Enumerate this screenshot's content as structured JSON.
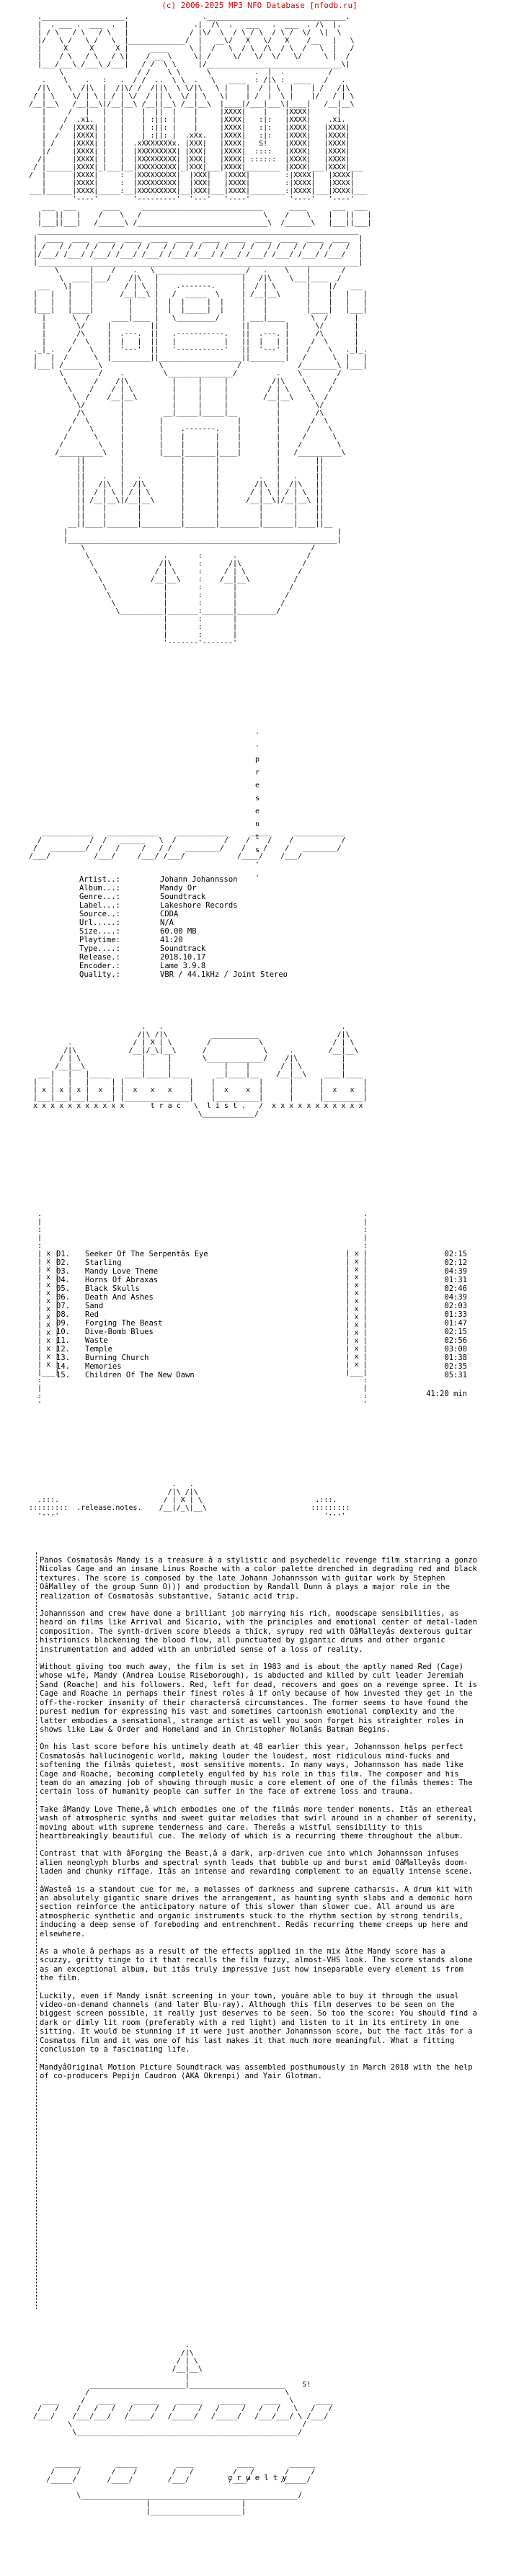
{
  "header": {
    "banner": "(c) 2006-2025 MP3 NFO Database [nfodb.ru]"
  },
  "art": {
    "logo": "  .___________________.                 .________________________________.\n  |  . ___ .  ___  .  |               .|  /\\  .   ___   .  ___  . /\\  |.\n  | / \\   / \\   / \\   |              / |\\/  \\  / \\ / \\  / \\ /  \\/  \\|  \\\n  |/   \\ /   \\ /   \\  |_____________/  |   __\\/   X   \\/   X    /__   |   \\\n  |     X     X     X |     ____     \\ |  /   \\  / \\  /\\  / \\  /   \\  |   /\n  |    / \\   / \\   / \\|    / __ \\     \\| /     \\/   \\/  \\/   \\/     \\ |  /\n  |___/___\\_/___\\_/___|   / /  \\ \\     |/_______________________________\\|\n       \\                 / /    \\ \\      \\          .  |  .          /\n   .    \\    .   :   .  / /  ..  \\ \\  .   \\   ____  : /|\\ :  ____   /   .\n  /|\\    \\  /|\\  |  /|\\/ /  /||\\  \\ \\/|\\   \\ |    |  / | \\  |    | /   /|\\\n / | \\    \\/ | \\ | / | \\/  / || \\  \\/ | \\   \\|    | /  |  \\ |    |/   / | \\\n/__|__\\   /__|__\\|/__|__\\ /__||__\\ /__|__\\  |____|/___|___\\|____|   /__|__\\\n   |     /   |   |   |    |  ||  |    |     |XXXX|    |    |XXXX|      |\n   |    /  .xi.  |   |    | :||: |    |     |XXXX|   :|:   |XXXX|    .xi.\n   |   /  |XXXX| |   |    | :||: |    |     |XXXX|   :|:   |XXXX|   |XXXX|\n   |  /   |XXXX| |   |    | :||: |  .xXx.   |XXXX|   :|:   |XXXX|   |XXXX|\n   | /    |XXXX| |   |  .xXXXXXXXx. |XXX|   |XXXX|   S!    |XXXX|   |XXXX|\n   |/     |XXXX| |   |  |XXXXXXXXX| |XXX|   |XXXX|  ::::   |XXXX|   |XXXX|\n  /|      |XXXX| |   |  |XXXXXXXXX| |XXX|   |XXXX| ::::::  |XXXX|   |XXXX|\n / |______|XXXX|_|___|__|XXXXXXXXX|_|XXX|___|XXXX|________ |XXXX|___|XXXX|___\n/  |      |XXXX|     :  |XXXXXXXXX|  |XXX|   |XXXX|        :|XXXX|   |XXXX|\n   |      |XXXX|     :  |XXXXXXXXX|  |XXX|   |XXXX|        :|XXXX|   |XXXX|\n___|______|XXXX|_____:__|XXXXXXXXX|__|XXX|___|XXXX|________:|XXXX|___|XXXX|___\n          '----'        '---------'  '---'   '----'         '----'   '----'\n   ___  ___      ____     ____________________________      ____      ___  ___\n  |   ||   |    /    \\   /                            \\    /    \\    |   ||   |\n  |___||___|   /______\\ /______________________________\\  /______\\   |___||___|\n  __________________________________________________________________________\n |  ____  ____  ____  ____  ____  ____  ____  ____  ____  ____  ____  ____  |\n | /   / /   / /   / /   / /   / /   / /   / /   / /   / /   / /   / /   /  |\n |/___/ /___/ /___/ /___/ /___/ /___/ /___/ /___/ /___/ /___/ /___/ /___/   |\n |__________________________________________________________________________|\n      \\       |    /    .   \\_____________________/   .    \\    |       /\n       \\  ____|___/    /|\\   |                   |   /|\\    \\___|____  /\n  ___   \\|    |       / | \\  |    .-------.      |  / | \\       |    |/   ___\n |   |   |    |      /__|__\\ |   /  _____  \\     | /__|__\\      |    |   |   |\n |   |   |    |        |     |  |  |     |  |    |    |         |    |   |   |\n |___|   |____|        |     |  |  |_____|  |    |    |         |____|   |___|\n   |      \\  /     ____|____ |   \\_________/     | ___|____      \\  /      |\n   |       \\/     |         ||                   ||        |      \\/       |\n   |       /\\     |  .---.  ||   .-----------.   ||  .---. |      /\\       |\n   |      /  \\    |  |   |  ||   |           |   ||  |   | |     /  \\      |\n ._|_.   /    \\   |  '---'  ||   '-----------'   ||  '---' |    /    \\   ._|_.\n |   |  /      \\  |_________||___________________||________|   /      \\  |   |\n |___| /________\\             \\                 /             /________\\ |___|\n       \\        /    .         \\_______________/         .    \\        /\n        \\      /    /|\\          |     |     |          /|\\    \\      /\n         \\    /    / | \\         |     |     |         / | \\    \\    /\n          \\  /    /__|__\\        |     |     |        /__|__\\    \\  /\n           \\/        |           |     |     |           |        \\/\n           /\\        |         __|_____|_____|__         |        /\\\n          /  \\       |        |                 |        |       /  \\\n         /    \\      |        |    .-------.    |        |      /    \\\n        /      \\     |        |    |       |    |        |     /      \\\n       /        \\    |        |    |       |    |        |    /        \\\n      /__________\\   |        |____|_______|____|        |   /__________\\\n           ||        |             |       |             |        ||\n           ||        |             |       |             |        ||\n           ||    .   |   .         |       |         .   |   .    ||\n           ||   /|\\  |  /|\\        |       |        /|\\  |  /|\\   ||\n           ||  / | \\ | / | \\       |       |       / | \\ | / | \\  ||\n           || /__|__\\|/__|__\\      |       |      /__|__\\|/__|__\\ ||\n           ||    |       |         |       |         |       |    ||\n           ||    |       |         |       |         |       |    ||\n         __||____|_______|_________|_______|_________|_______|____||__\n        |                                                              |\n        |______________________________________________________________|\n            \\                                                    /\n             \\                 .       :       .                /\n              \\               /|\\      :      /|\\              /\n               \\             / | \\     :     / | \\            /\n                \\           /__|__\\    :    /__|__\\          /\n                 \\             |       :       |            /\n                  \\            |       :       |           /\n                   \\           |       :       |          /\n                    \\__________|_______:_______|_________/\n                               |       :       |\n                               |       :       |\n                               |       :       |\n                               '-------'-------'",
    "presents": "·\n·\np\nr\ne\ns\ne\nn\nt\ns\n·\n·",
    "release_logo": "   ____________   ____________    ____________     _____     ____________\n  /           /  /   ______   \\  /           /    /    /    /           /\n /   ________/  /   /     /   / /   ________/    /    /    /   ________/\n/___/          /___/     /___/ /___/            /____/    /___/",
    "tracklist_header": "                          .   .                                         .\n                         /|\\ /|\\          ___________                  /|\\\n         .              / | X | \\        /           \\                / | \\\n        /|\\            /__|/_\\|__\\      /             \\     .        /__|__\\\n       / | \\              |     |       \\_____________/    /|\\          |\n      /__|__\\             |     |            |    |       / | \\         |\n  ___|   |   |_____   ____|_____|____      __|____|__    /__|__\\    ____|____\n |   |   |   |     | |               |    |          |      |      |         |\n | x | x | x |  x  | |  x   x   x    |    |  x    x  |      |      |  x   x  |\n |___|___|___|_____| |_______________|    |__________|      |      |_________|\n x x x x x x x x x x x      t r a c   \\  l i s t .   /  x x x x x x x x x x x\n                                       \\____________/",
    "tracklist_frame": "  .                                                                          .\n  |                                                                          |\n  :                                                                          :\n  |                                                                          |\n  :                                                                          :\n  | x |                                                                  | x |\n  | x |                                                                  | x |\n  | x |                                                                  | x |\n  | x |                                                                  | x |\n  | x |                                                                  | x |\n  | x |                                                                  | x |\n  | x |                                                                  | x |\n  | x |                                                                  | x |\n  | x |                                                                  | x |\n  | x |                                                                  | x |\n  | x |                                                                  | x |\n  | x |                                                                  | x |\n  | x |                                                                  | x |\n  | x |                                                                  | x |\n  | x |                                                                  | x |\n  |___|                                                                  |___|\n  :                                                                          :\n  |                                                                          |\n  :                                                                          :\n  '                                                                          '",
    "notes_header": "                                 .   .\n                                /|\\ /|\\\n  .:::.                        / | X | \\                          .:::.\n:::::::::  .release.notes.    /__|/_\\|__\\                        :::::::::\n  ':::'                                                             ':::'",
    "footer_logo": "                                    .\n                                   /|\\\n                                  / | \\\n                                 /__|__\\\n                                    |\n              ______________________|______________________    S!\n             /                                             \\\n   ____     /   ____    ______    ______    ______    ____  \\     ____\n  /   /    /   /   /   /     /   /     /   /     /   /   /   \\   /   /\n /___/    /___/___/   /_____/   /_____/   /_____/   /___/___/ \\ /___/\n         \\                                                     /\n          \\___________________________________________________/\n\n\n\n      ______        _____         ____          ____        ______\n     /     /       /    /        /   /         /   /       /     /\n    /_____/       /____/        /___/         /___/       /_____/\n\n           \\__________________________________________________/\n                           |                     |\n                           |_____________________|"
  },
  "release_info": [
    {
      "key": "Artist..:",
      "value": "Johann Johannsson"
    },
    {
      "key": "Album...:",
      "value": "Mandy Or"
    },
    {
      "key": "Genre...:",
      "value": "Soundtrack"
    },
    {
      "key": "Label...:",
      "value": "Lakeshore Records"
    },
    {
      "key": "Source..:",
      "value": "CDDA"
    },
    {
      "key": "Url.....:",
      "value": "N/A"
    },
    {
      "key": "Size....:",
      "value": "60.00 MB"
    },
    {
      "key": "Playtime:",
      "value": "41:20"
    },
    {
      "key": "Type....:",
      "value": "Soundtrack"
    },
    {
      "key": "Release.:",
      "value": "2018.10.17"
    },
    {
      "key": "Encoder.:",
      "value": "Lame 3.9.8"
    },
    {
      "key": "Quality.:",
      "value": "VBR / 44.1kHz / Joint Stereo"
    }
  ],
  "tracklist": {
    "tracks": [
      {
        "num": "01.",
        "title": "Seeker Of The Serpentâs Eye",
        "duration": "02:15"
      },
      {
        "num": "02.",
        "title": "Starling",
        "duration": "02:12"
      },
      {
        "num": "03.",
        "title": "Mandy Love Theme",
        "duration": "04:39"
      },
      {
        "num": "04.",
        "title": "Horns Of Abraxas",
        "duration": "01:31"
      },
      {
        "num": "05.",
        "title": "Black Skulls",
        "duration": "02:46"
      },
      {
        "num": "06.",
        "title": "Death And Ashes",
        "duration": "04:39"
      },
      {
        "num": "07.",
        "title": "Sand",
        "duration": "02:03"
      },
      {
        "num": "08.",
        "title": "Red",
        "duration": "01:33"
      },
      {
        "num": "09.",
        "title": "Forging The Beast",
        "duration": "01:47"
      },
      {
        "num": "10.",
        "title": "Dive-Bomb Blues",
        "duration": "02:15"
      },
      {
        "num": "11.",
        "title": "Waste",
        "duration": "02:56"
      },
      {
        "num": "12.",
        "title": "Temple",
        "duration": "03:00"
      },
      {
        "num": "13.",
        "title": "Burning Church",
        "duration": "01:38"
      },
      {
        "num": "14.",
        "title": "Memories",
        "duration": "02:35"
      },
      {
        "num": "15.",
        "title": "Children Of The New Dawn",
        "duration": "05:31"
      }
    ],
    "total": "41:20 min"
  },
  "notes": {
    "paragraphs": [
      "Panos Cosmatosâs Mandy is a treasure â a stylistic and psychedelic revenge film starring a gonzo Nicolas Cage and an insane Linus Roache with a color palette drenched in degrading red and black textures. The score is composed by the late Johann Johannsson with guitar work by Stephen OâMalley of the group Sunn O))) and production by Randall Dunn â plays a major role in the realization of Cosmatosâs substantive, Satanic acid trip.",
      "Johannsson and crew have done a brilliant job marrying his rich, moodscape sensibilities, as heard on films like Arrival and Sicario, with the principles and emotional center of metal-laden composition. The synth-driven score bleeds a thick, syrupy red with OâMalleyâs dexterous guitar histrionics blackening the blood flow, all punctuated by gigantic drums and other organic instrumentation and added with an unbridled sense of a loss of reality.",
      "Without giving too much away, the film is set in 1983 and is about the aptly named Red (Cage) whose wife, Mandy (Andrea Louise Riseborough), is abducted and killed by cult leader Jeremiah Sand (Roache) and his followers. Red, left for dead, recovers and goes on a revenge spree. It is Cage and Roache in perhaps their finest roles â if only because of how invested they get in the off-the-rocker insanity of their charactersâ circumstances. The former seems to have found the purest medium for expressing his vast and sometimes cartoonish emotional complexity and the latter embodies a sensational, strange artist as well you soon forget his straighter roles in shows like Law & Order and Homeland and in Christopher Nolanâs Batman Begins.",
      "On his last score before his untimely death at 48 earlier this year, Johannsson helps perfect Cosmatosâs hallucinogenic world, making louder the loudest, most ridiculous mind-fucks and softening the filmâs quietest, most sensitive moments. In many ways, Johannsson has made like Cage and Roache, becoming completely engulfed by his role in this film. The composer and his team do an amazing job of showing through music a core element of one of the filmâs themes: The certain loss of humanity people can suffer in the face of extreme loss and trauma.",
      "Take âMandy Love Theme,â which embodies one of the filmâs more tender moments. Itâs an ethereal wash of atmospheric synths and sweet guitar melodies that swirl around in a chamber of serenity, moving about with supreme tenderness and care. Thereâs a wistful sensibility to this heartbreakingly beautiful cue. The melody of which is a recurring theme throughout the album.",
      "Contrast that with âForging the Beast,â a dark, arp-driven cue into which Johannsson infuses alien neonglyph blurbs and spectral synth leads that bubble up and burst amid OâMalleyâs doom-laden and chunky riffage. Itâs an intense and rewarding complement to an equally intense scene.",
      "âWasteâ is a standout cue for me, a molasses of darkness and supreme catharsis. A drum kit with an absolutely gigantic snare drives the arrangement, as haunting synth slabs and a demonic horn section reinforce the anticipatory nature of this slower than slower cue. All around us are atmospheric synthetic and organic instruments stuck to the rhythm section by strong tendrils, inducing a deep sense of foreboding and entrenchment. Redâs recurring theme creeps up here and elsewhere.",
      "As a whole â perhaps as a result of the effects applied in the mix âthe Mandy score has a scuzzy, gritty tinge to it that recalls the film fuzzy, almost-VHS look. The score stands alone as an exceptional album, but itâs truly impressive just how inseparable every element is from the film.",
      "Luckily, even if Mandy isnât screening in your town, youâre able to buy it through the usual video-on-demand channels (and later Blu-ray). Although this film deserves to be seen on the biggest screen possible, it really just deserves to be seen. So too the score: You should find a dark or dimly lit room (preferably with a red light) and listen to it in its entirety in one sitting. It would be stunning if it were just another Johannsson score, but the fact itâs for a Cosmatos film and it was one of his last makes it that much more meaningful. What a fitting conclusion to a fascinating life.",
      "MandyâOriginal Motion Picture Soundtrack was assembled posthumously in March 2018 with the help of co-producers Pepijn Caudron (AKA Okrenpi) and Yair Glotman."
    ]
  },
  "footer": {
    "group_word": "cruelty"
  },
  "colors": {
    "banner": "#cc0000",
    "text": "#000000",
    "background": "#ffffff"
  }
}
